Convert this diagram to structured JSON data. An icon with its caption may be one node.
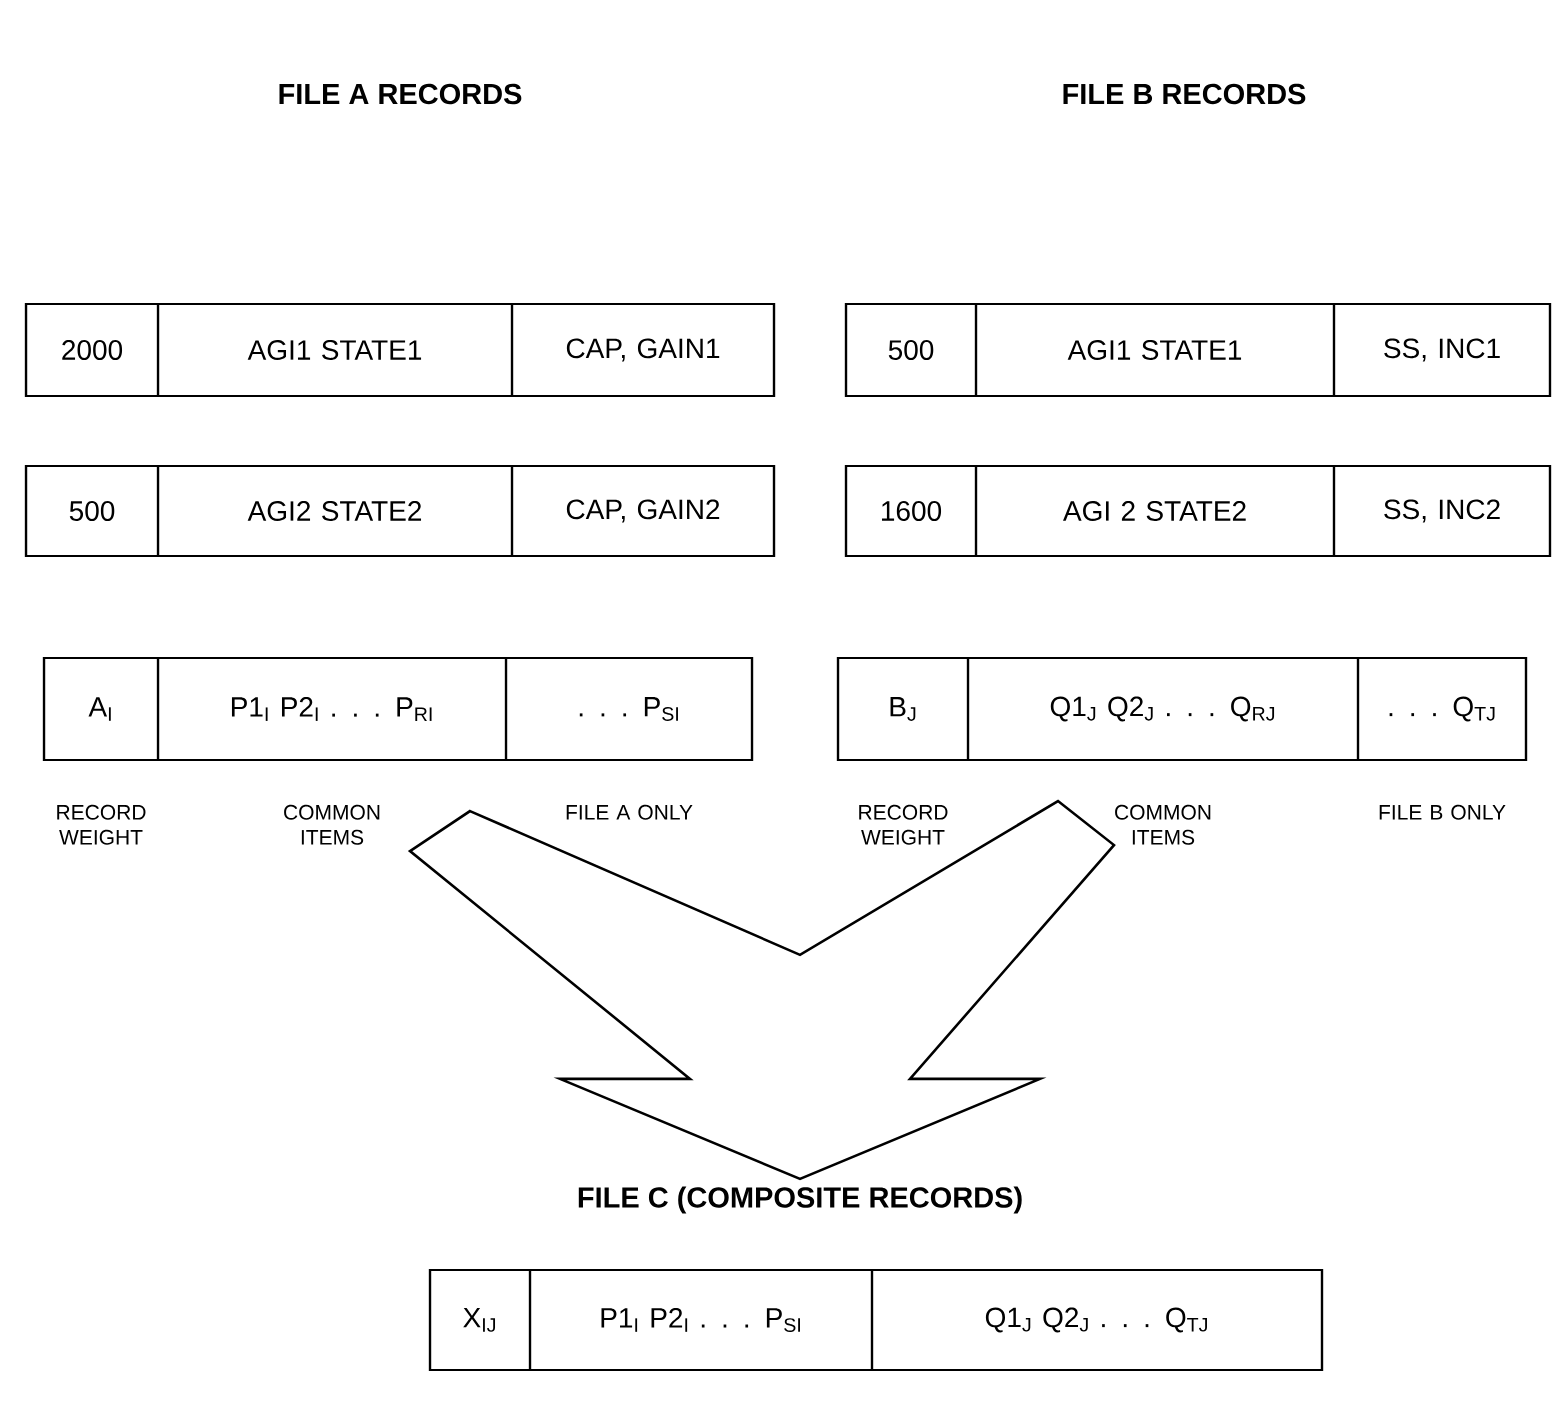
{
  "diagram": {
    "nodes": [
      {
        "text": [],
        "shape": "box"
      },
      {
        "text": [
          "2000"
        ],
        "in": 0
      },
      {
        "text": [
          "AGI1 STATE1"
        ],
        "in": 0
      },
      {
        "text": [
          "CAP, GAIN1"
        ],
        "in": 0
      },
      {
        "text": [],
        "shape": "box"
      },
      {
        "text": [
          "500"
        ],
        "in": 4
      },
      {
        "text": [
          "AGI1 STATE1"
        ],
        "in": 4
      },
      {
        "text": [
          "SS, INC1"
        ],
        "in": 4
      },
      {
        "text": [],
        "shape": "box"
      },
      {
        "text": [
          "500"
        ],
        "in": 8
      },
      {
        "text": [
          "AGI2 STATE2"
        ],
        "in": 8
      },
      {
        "text": [
          "CAP, GAIN2"
        ],
        "in": 8
      },
      {
        "text": [],
        "shape": "box"
      },
      {
        "text": [
          "1600"
        ],
        "in": 12
      },
      {
        "text": [
          "AGI 2 STATE2"
        ],
        "in": 12
      },
      {
        "text": [
          "SS, INC2"
        ],
        "in": 12
      },
      {
        "text": [],
        "shape": "box"
      },
      {
        "text": [
          "A$_{I}$"
        ],
        "in": 16,
        "beside": [
          "RECORD WEIGHT"
        ]
      },
      {
        "text": [
          "P1$_{I}$ P2$_{I}$ . . . P$_{RI}$"
        ],
        "in": 16,
        "beside": [
          "COMMON ITEMS"
        ]
      },
      {
        "text": [
          ". . . P$_{SI}$"
        ],
        "in": 16,
        "beside": [
          "FILE A ONLY"
        ]
      },
      {
        "text": [],
        "shape": "box"
      },
      {
        "text": [
          "B$_{J}$"
        ],
        "in": 20,
        "beside": [
          "RECORD WEIGHT"
        ]
      },
      {
        "text": [
          "Q1$_{J}$ Q2$_{J}$ . . . Q$_{RJ}$"
        ],
        "in": 20,
        "beside": [
          "COMMON ITEMS"
        ]
      },
      {
        "text": [
          ". . . Q$_{TJ}$"
        ],
        "in": 20,
        "beside": [
          "FILE B ONLY"
        ]
      },
      {
        "text": [],
        "shape": "box"
      },
      {
        "text": [
          "X$_{IJ}$"
        ],
        "in": 24
      },
      {
        "text": [
          "P1$_{I}$ P2$_{I}$ . . . P$_{SI}$"
        ],
        "in": 24
      },
      {
        "text": [
          "Q1$_{J}$ Q2$_{J}$ . . . Q$_{TJ}$"
        ],
        "in": 24
      }
    ],
    "edges": [
      {
        "from": 16,
        "to": 24,
        "arrow": "to"
      },
      {
        "from": 20,
        "to": 24,
        "arrow": "to"
      }
    ],
    "labels": [
      "FILE A RECORDS",
      "FILE B RECORDS",
      "FILE C (COMPOSITE RECORDS)"
    ]
  }
}
